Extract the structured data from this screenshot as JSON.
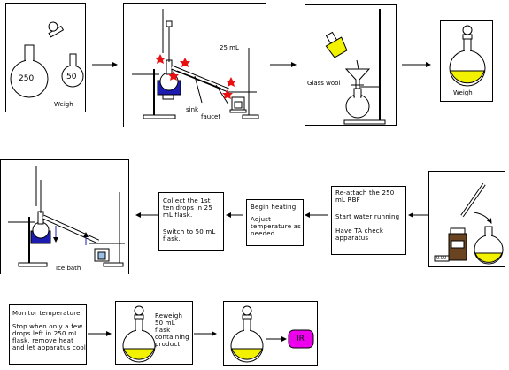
{
  "step1": {
    "flask_large_label": "250",
    "flask_small_label": "50",
    "caption": "Weigh"
  },
  "step2": {
    "receiver_label": "25 mL",
    "sink_label": "sink",
    "faucet_label": "faucet"
  },
  "step3": {
    "glass_wool_label": "Glass wool"
  },
  "step4": {
    "caption": "Weigh"
  },
  "step5": {
    "text1": "Re-attach the 250 mL RBF",
    "text2": "Start water running",
    "text3": "Have TA check apparatus",
    "balance_label": "0.00"
  },
  "step6": {
    "text1": "Begin heating.",
    "text2": "Adjust temperature as needed."
  },
  "step7": {
    "text1": "Collect the 1st ten drops in 25 mL flask.",
    "text2": "Switch to 50 mL flask."
  },
  "step8": {
    "ice_label": "Ice bath"
  },
  "step9": {
    "text1": "Monitor temperature.",
    "text2": "Stop when only a few drops left in 250 mL flask, remove heat and let apparatus cool"
  },
  "step10": {
    "text": "Reweigh 50 mL flask containing product."
  },
  "step11": {
    "ir_label": "IR"
  },
  "colors": {
    "liquid": "#f2f200",
    "mantle": "#1c1cb0",
    "star": "#e81010",
    "ir_fill": "#ee00ee"
  }
}
